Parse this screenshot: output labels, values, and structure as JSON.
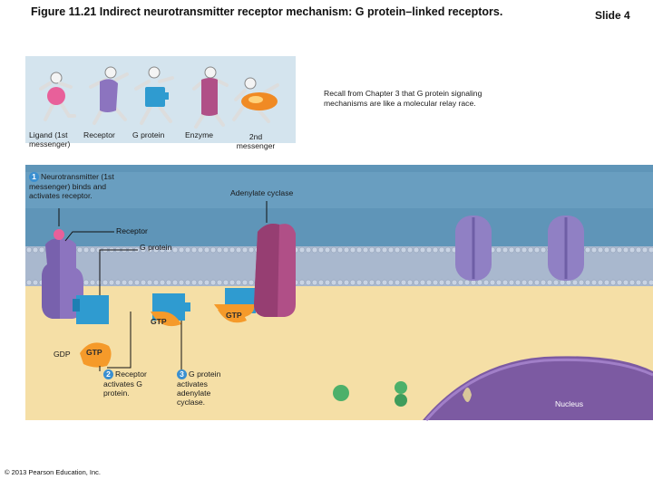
{
  "header": {
    "title": "Figure 11.21  Indirect neurotransmitter receptor mechanism: G protein–linked receptors.",
    "slide": "Slide 4"
  },
  "relay": {
    "note": "Recall from Chapter 3 that G protein signaling mechanisms are like a molecular relay race.",
    "runners": [
      {
        "label": "Ligand (1st messenger)",
        "color": "#e8609a"
      },
      {
        "label": "Receptor",
        "color": "#8c74bf"
      },
      {
        "label": "G protein",
        "color": "#2f9bd0"
      },
      {
        "label": "Enzyme",
        "color": "#b04f87"
      },
      {
        "label": "2nd messenger",
        "color": "#f08a24"
      }
    ]
  },
  "steps": [
    {
      "num": "1",
      "text": "Neurotransmitter (1st messenger) binds and activates receptor."
    },
    {
      "num": "2",
      "text": "Receptor activates G protein."
    },
    {
      "num": "3",
      "text": "G protein activates adenylate cyclase."
    }
  ],
  "labels": {
    "adenylate_cyclase": "Adenylate cyclase",
    "receptor": "Receptor",
    "g_protein": "G protein",
    "gtp": "GTP",
    "gdp": "GDP",
    "nucleus": "Nucleus"
  },
  "colors": {
    "extracellular": "#5f95b8",
    "membrane": "#8aa0bc",
    "cytoplasm": "#f5dfa6",
    "nucleus": "#7c5aa2",
    "receptor": "#8c74bf",
    "g_protein": "#2f9bd0",
    "adenylate_cyclase": "#b04f87",
    "gtp": "#f59a2a",
    "number_badge": "#3a8fd0"
  },
  "footer": {
    "copyright": "© 2013 Pearson Education, Inc."
  }
}
